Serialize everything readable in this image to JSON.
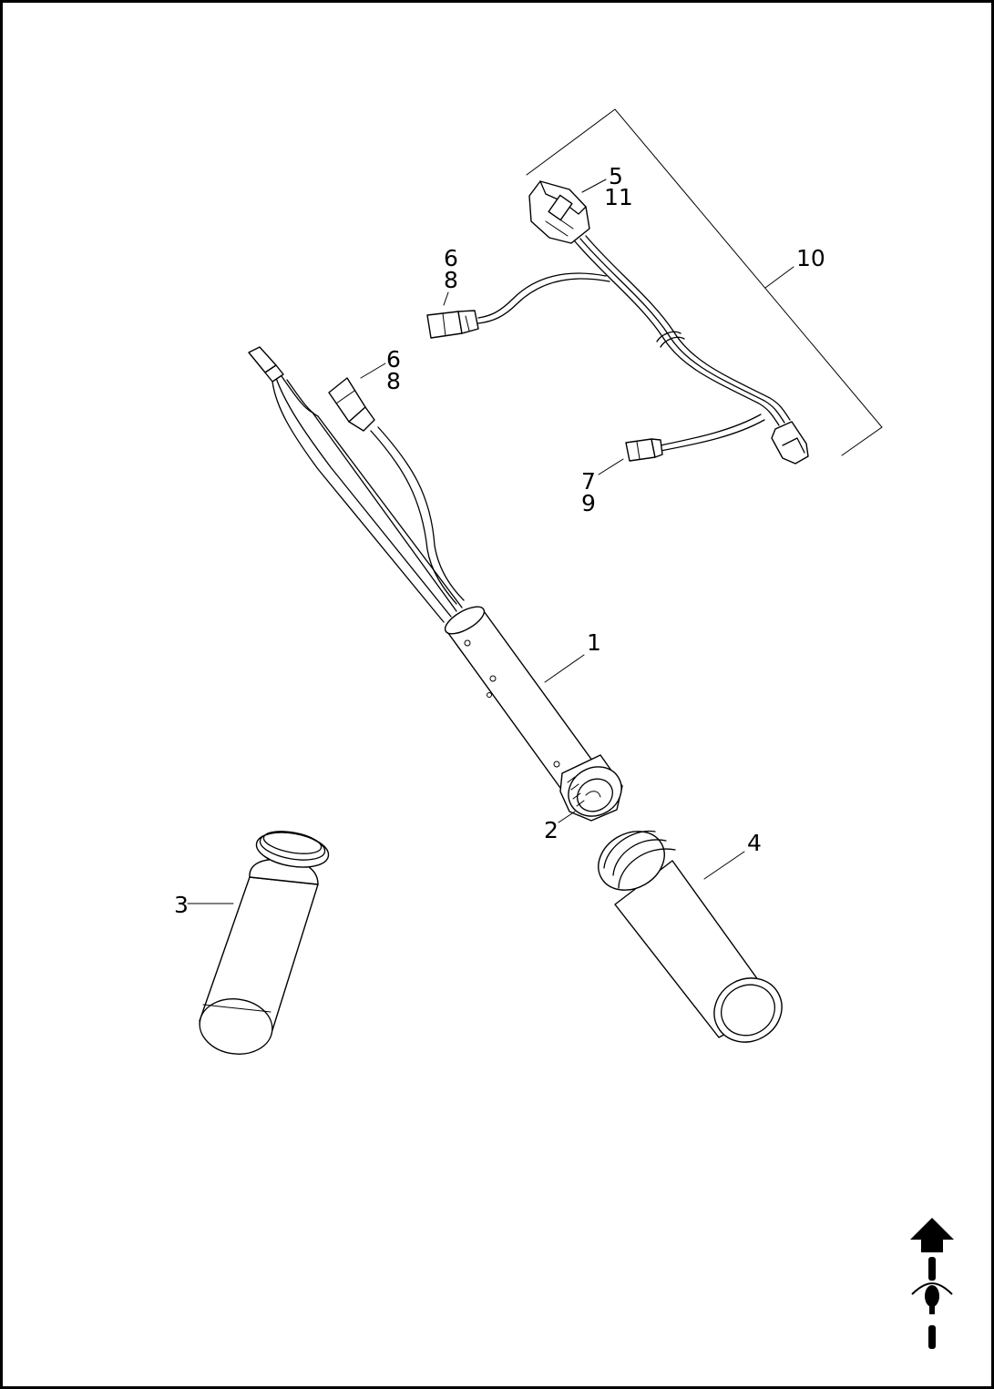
{
  "callouts": {
    "c1": "1",
    "c2": "2",
    "c3": "3",
    "c4": "4",
    "c5": "5",
    "c6a": "6",
    "c6b": "6",
    "c7": "7",
    "c8a": "8",
    "c8b": "8",
    "c9": "9",
    "c10": "10",
    "c11": "11"
  },
  "icons": {
    "orientation": "motorcycle-top-view-front-arrow-icon"
  },
  "colors": {
    "ink": "#000000",
    "paper": "#ffffff"
  }
}
